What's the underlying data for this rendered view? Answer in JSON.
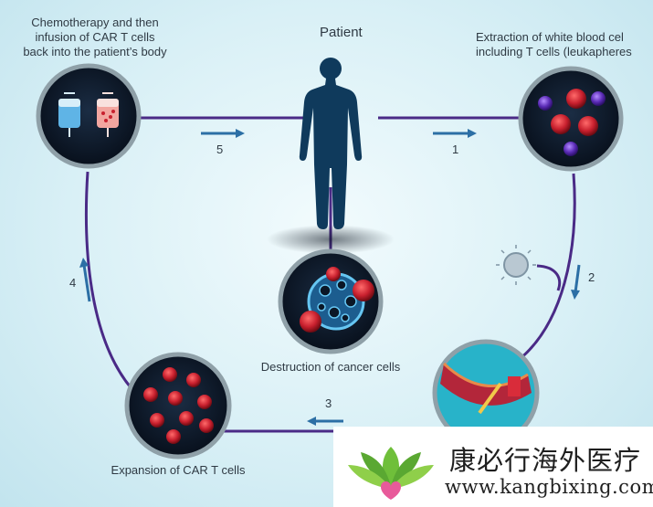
{
  "title": "Patient",
  "steps": [
    {
      "label": "Extraction of white blood cel\nincluding T cells (leukapheres",
      "number": "1"
    },
    {
      "label": "",
      "number": "2"
    },
    {
      "label": "",
      "number": "3"
    },
    {
      "label": "",
      "number": "4"
    },
    {
      "label": "Chemotherapy and then\ninfusion of CAR T cells\nback into the patient’s body",
      "number": "5"
    }
  ],
  "expansion_label": "Expansion of CAR T cells",
  "destruction_label": "Destruction of cancer cells",
  "colors": {
    "path": "#4a2a86",
    "arrow": "#2c6fa5",
    "silhouette": "#0f3a5c",
    "circle_border": "#8fa0a8",
    "circle_fill": "#0b1726",
    "cancer_cell": "#c8202e"
  },
  "watermark": {
    "chinese": "康必行海外医疗",
    "url": "www.kangbixing.com"
  }
}
